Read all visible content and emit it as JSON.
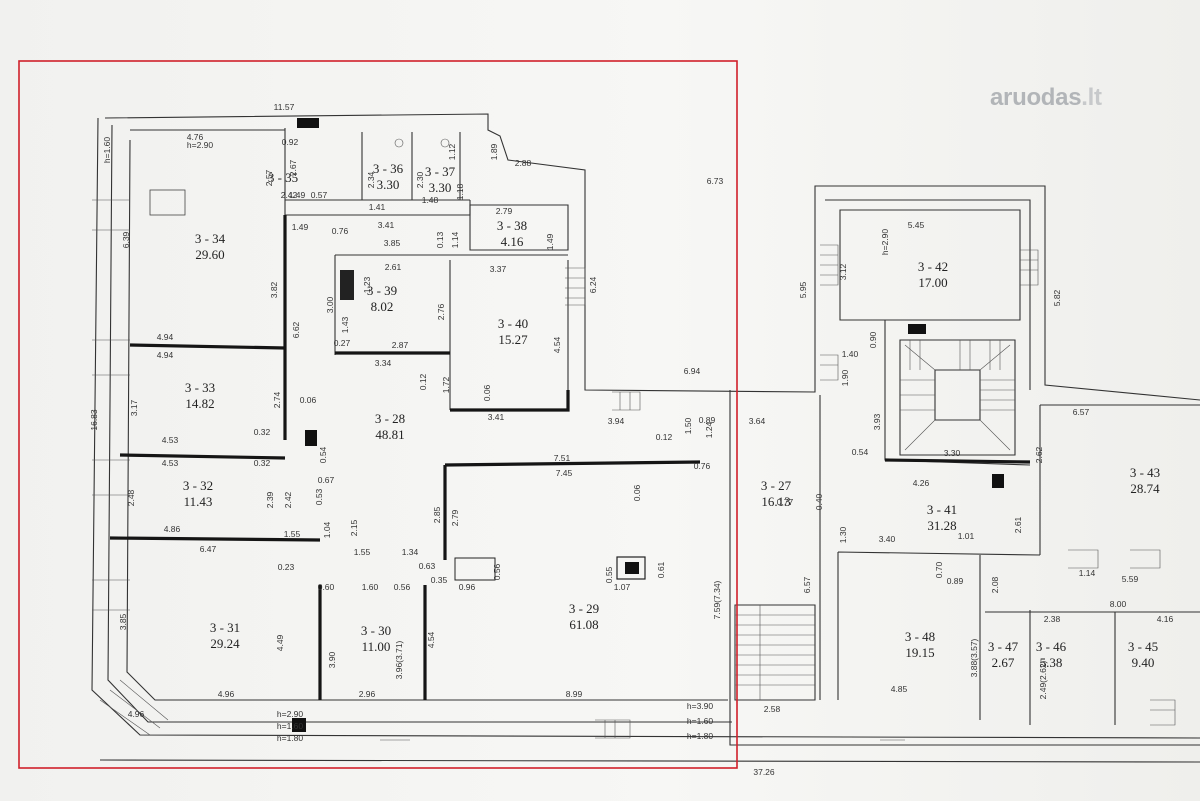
{
  "watermark": {
    "name": "aruodas",
    "tld": ".lt"
  },
  "accent_color": "#d0202a",
  "rooms": [
    {
      "id": "3 - 34",
      "area": "29.60"
    },
    {
      "id": "3 - 35",
      "area": ""
    },
    {
      "id": "3 - 36",
      "area": "3.30"
    },
    {
      "id": "3 - 37",
      "area": "3.30"
    },
    {
      "id": "3 - 38",
      "area": "4.16"
    },
    {
      "id": "3 - 39",
      "area": "8.02"
    },
    {
      "id": "3 - 40",
      "area": "15.27"
    },
    {
      "id": "3 - 33",
      "area": "14.82"
    },
    {
      "id": "3 - 28",
      "area": "48.81"
    },
    {
      "id": "3 - 32",
      "area": "11.43"
    },
    {
      "id": "3 - 31",
      "area": "29.24"
    },
    {
      "id": "3 - 30",
      "area": "11.00"
    },
    {
      "id": "3 - 29",
      "area": "61.08"
    },
    {
      "id": "3 - 27",
      "area": "16.13"
    },
    {
      "id": "3 - 42",
      "area": "17.00"
    },
    {
      "id": "3 - 41",
      "area": "31.28"
    },
    {
      "id": "3 - 43",
      "area": "28.74"
    },
    {
      "id": "3 - 48",
      "area": "19.15"
    },
    {
      "id": "3 - 47",
      "area": "2.67"
    },
    {
      "id": "3 - 46",
      "area": "5.38"
    },
    {
      "id": "3 - 45",
      "area": "9.40"
    }
  ],
  "dimensions": [
    "11.57",
    "4.76",
    "0.92",
    "2.57",
    "2.67",
    "1.49",
    "0.57",
    "2.42",
    "1.89",
    "2.88",
    "1.12",
    "1.18",
    "2.34",
    "2.30",
    "1.41",
    "1.48",
    "2.79",
    "1.49",
    "0.76",
    "3.41",
    "3.85",
    "0.13",
    "1.14",
    "1.49",
    "6.39",
    "3.82",
    "2.61",
    "3.37",
    "6.24",
    "1.23",
    "3.00",
    "2.76",
    "1.43",
    "0.27",
    "2.87",
    "6.62",
    "4.54",
    "4.94",
    "4.94",
    "3.34",
    "0.12",
    "1.72",
    "0.06",
    "3.17",
    "2.74",
    "0.06",
    "3.41",
    "3.94",
    "6.94",
    "1.50",
    "0.12",
    "1.24",
    "0.89",
    "3.64",
    "16.83",
    "4.53",
    "0.32",
    "0.54",
    "4.53",
    "0.32",
    "7.51",
    "7.45",
    "0.76",
    "0.06",
    "2.48",
    "2.39",
    "2.42",
    "0.53",
    "0.67",
    "2.85",
    "2.79",
    "4.86",
    "1.04",
    "2.15",
    "1.55",
    "6.47",
    "1.55",
    "1.34",
    "0.63",
    "0.56",
    "0.23",
    "0.35",
    "0.96",
    "0.60",
    "1.60",
    "0.56",
    "0.55",
    "1.07",
    "0.61",
    "7.59(7.34)",
    "3.85",
    "4.49",
    "3.90",
    "3.96(3.71)",
    "4.54",
    "4.96",
    "4.96",
    "2.96",
    "8.99",
    "6.73",
    "5.45",
    "3.12",
    "5.95",
    "5.82",
    "0.90",
    "1.40",
    "1.90",
    "3.93",
    "0.54",
    "3.30",
    "4.26",
    "6.57",
    "2.62",
    "0.77",
    "0.40",
    "1.30",
    "2.61",
    "3.40",
    "1.01",
    "0.70",
    "0.89",
    "2.08",
    "1.14",
    "5.59",
    "8.00",
    "2.38",
    "4.16",
    "6.57",
    "3.88(3.57)",
    "2.49(2.62)",
    "4.85",
    "2.58",
    "37.26"
  ],
  "heights": [
    "h=1.60",
    "h=2.90",
    "h=2.90",
    "h=3.90",
    "h=1.60",
    "h=1.80",
    "h=2.90",
    "h=1.60",
    "h=1.80"
  ]
}
